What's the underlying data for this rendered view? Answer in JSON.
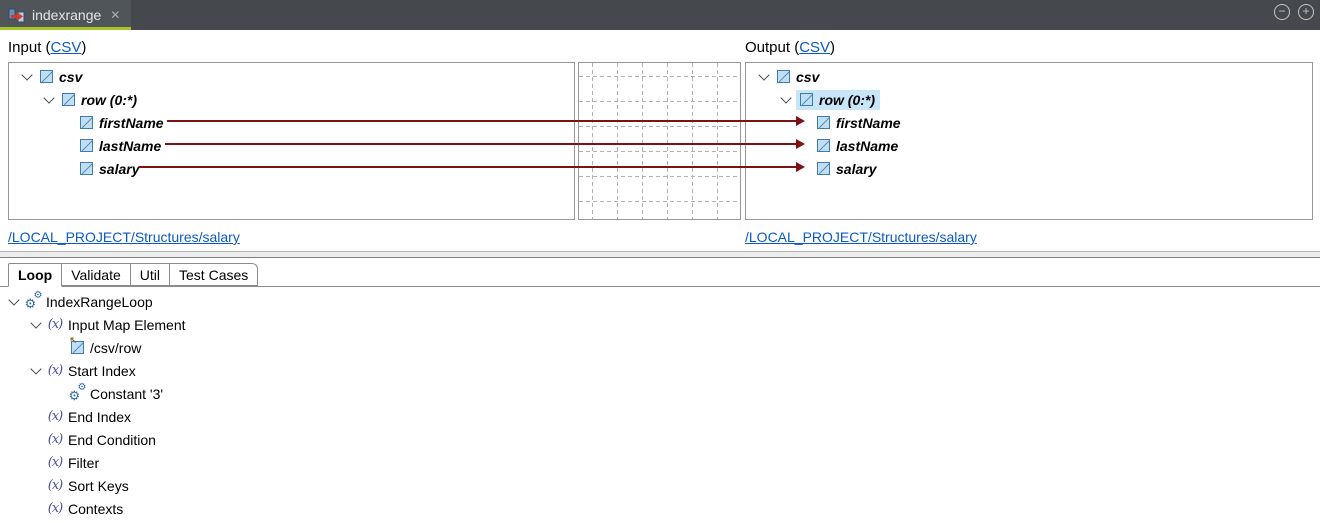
{
  "window": {
    "tab_title": "indexrange",
    "close_glyph": "✕",
    "controls": {
      "collapse_all": "−",
      "expand_all": "+"
    }
  },
  "input_section": {
    "prefix": "Input (",
    "link": "CSV",
    "suffix": ")",
    "path": "/LOCAL_PROJECT/Structures/salary"
  },
  "output_section": {
    "prefix": "Output (",
    "link": "CSV",
    "suffix": ")",
    "path": "/LOCAL_PROJECT/Structures/salary"
  },
  "input_tree": {
    "rows": [
      {
        "label": "csv",
        "level": 0,
        "expanded": true
      },
      {
        "label": "row (0:*)",
        "level": 1,
        "expanded": true
      },
      {
        "label": "firstName",
        "level": 2
      },
      {
        "label": "lastName",
        "level": 2
      },
      {
        "label": "salary",
        "level": 2
      }
    ]
  },
  "output_tree": {
    "rows": [
      {
        "label": "csv",
        "level": 0,
        "expanded": true
      },
      {
        "label": "row (0:*)",
        "level": 1,
        "expanded": true,
        "selected": true
      },
      {
        "label": "firstName",
        "level": 2,
        "mapped": true
      },
      {
        "label": "lastName",
        "level": 2,
        "mapped": true
      },
      {
        "label": "salary",
        "level": 2,
        "mapped": true
      }
    ]
  },
  "mappings": [
    {
      "from": "firstName",
      "to": "firstName"
    },
    {
      "from": "lastName",
      "to": "lastName"
    },
    {
      "from": "salary",
      "to": "salary"
    }
  ],
  "tabs": [
    {
      "label": "Loop",
      "active": true
    },
    {
      "label": "Validate"
    },
    {
      "label": "Util"
    },
    {
      "label": "Test Cases"
    }
  ],
  "loop_tree": {
    "rows": [
      {
        "label": "IndexRangeLoop",
        "icon": "gears-icon",
        "level": 0,
        "expanded": true
      },
      {
        "label": "Input Map Element",
        "icon": "function-icon",
        "level": 1,
        "expanded": true
      },
      {
        "label": "/csv/row",
        "icon": "mapped-element-icon",
        "level": 2
      },
      {
        "label": "Start Index",
        "icon": "function-icon",
        "level": 1,
        "expanded": true
      },
      {
        "label": "Constant '3'",
        "icon": "gears-icon",
        "level": 2
      },
      {
        "label": "End Index",
        "icon": "function-icon",
        "level": 1
      },
      {
        "label": "End Condition",
        "icon": "function-icon",
        "level": 1
      },
      {
        "label": "Filter",
        "icon": "function-icon",
        "level": 1
      },
      {
        "label": "Sort Keys",
        "icon": "function-icon",
        "level": 1
      },
      {
        "label": "Contexts",
        "icon": "function-icon",
        "level": 1
      }
    ]
  },
  "icons": {
    "gear_glyph": "⚙",
    "fx_glyph": "(x)",
    "mapped_decorator": "↖"
  },
  "colors": {
    "titlebar": "#45494D",
    "active_doc_tab": "#50555A",
    "accent_green": "#ABC32A",
    "map_line": "#7E1113",
    "link_blue": "#0A5BC4",
    "selection_blue": "#C9E5F8",
    "element_icon_fill": "#C2DEF2",
    "element_icon_border": "#3E7CB0",
    "function_icon": "#4B4D9C",
    "gear_icon": "#2F6DAA"
  }
}
